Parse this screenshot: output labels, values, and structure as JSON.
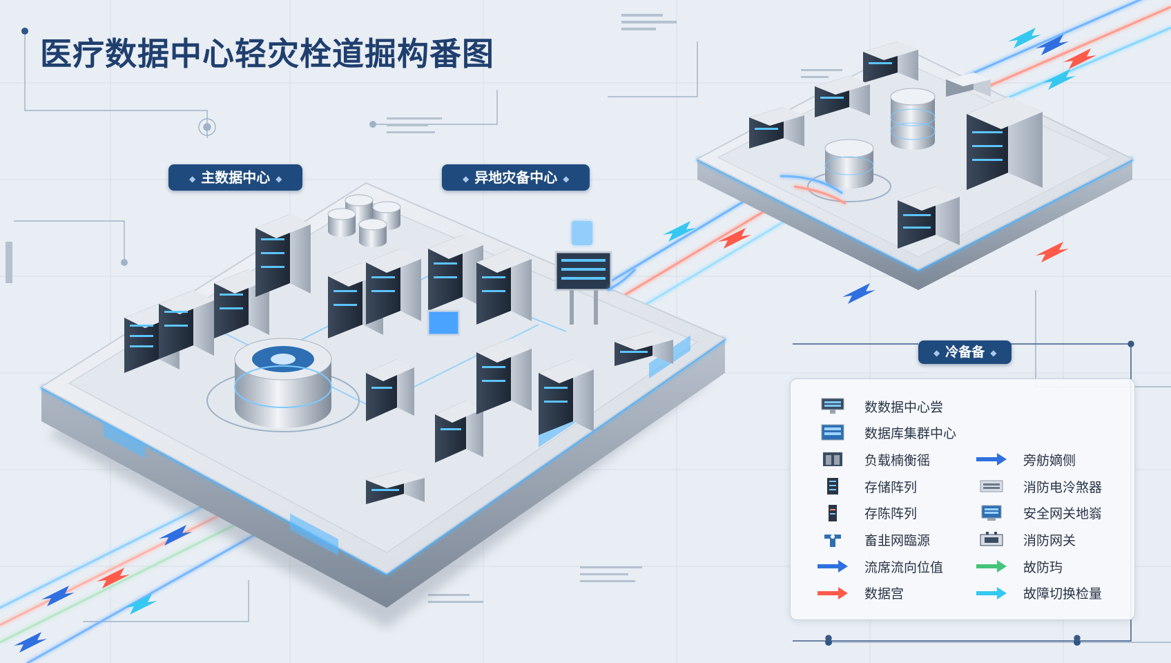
{
  "title": "医疗数据中心轻灾栓道掘构番图",
  "labels": {
    "primary": "主数据中心",
    "remote": "异地灾备中心",
    "cold": "冷备备"
  },
  "legend": {
    "left": [
      {
        "icon": "server-monitor-icon",
        "label": "数数据中心尝"
      },
      {
        "icon": "database-cluster-icon",
        "label": "数据库集群中心"
      },
      {
        "icon": "load-balancer-icon",
        "label": "负载楠衡徭"
      },
      {
        "icon": "storage-array-icon",
        "label": "存储阵列"
      },
      {
        "icon": "storage-rack-icon",
        "label": "存陈阵列"
      },
      {
        "icon": "network-source-icon",
        "label": "畜韭网臨源"
      },
      {
        "icon": "blue-arrow-icon",
        "label": "流席流向位值"
      },
      {
        "icon": "red-arrow-icon",
        "label": "数据宫"
      }
    ],
    "right": [
      {
        "icon": "blue-arrow-icon",
        "label": "旁舫嫡侧"
      },
      {
        "icon": "fire-suppressor-icon",
        "label": "消防电泠煞器"
      },
      {
        "icon": "security-gateway-icon",
        "label": "安全网关地嵡"
      },
      {
        "icon": "fire-gateway-icon",
        "label": "消防网关"
      },
      {
        "icon": "green-arrow-icon",
        "label": "故防玙"
      },
      {
        "icon": "cyan-arrow-icon",
        "label": "故障切换检量"
      }
    ]
  },
  "colors": {
    "navy": "#1f4a7d",
    "glow_blue": "#3aa0ff",
    "red": "#ff5a4a",
    "green": "#45c47a",
    "cyan": "#35c8f0"
  }
}
